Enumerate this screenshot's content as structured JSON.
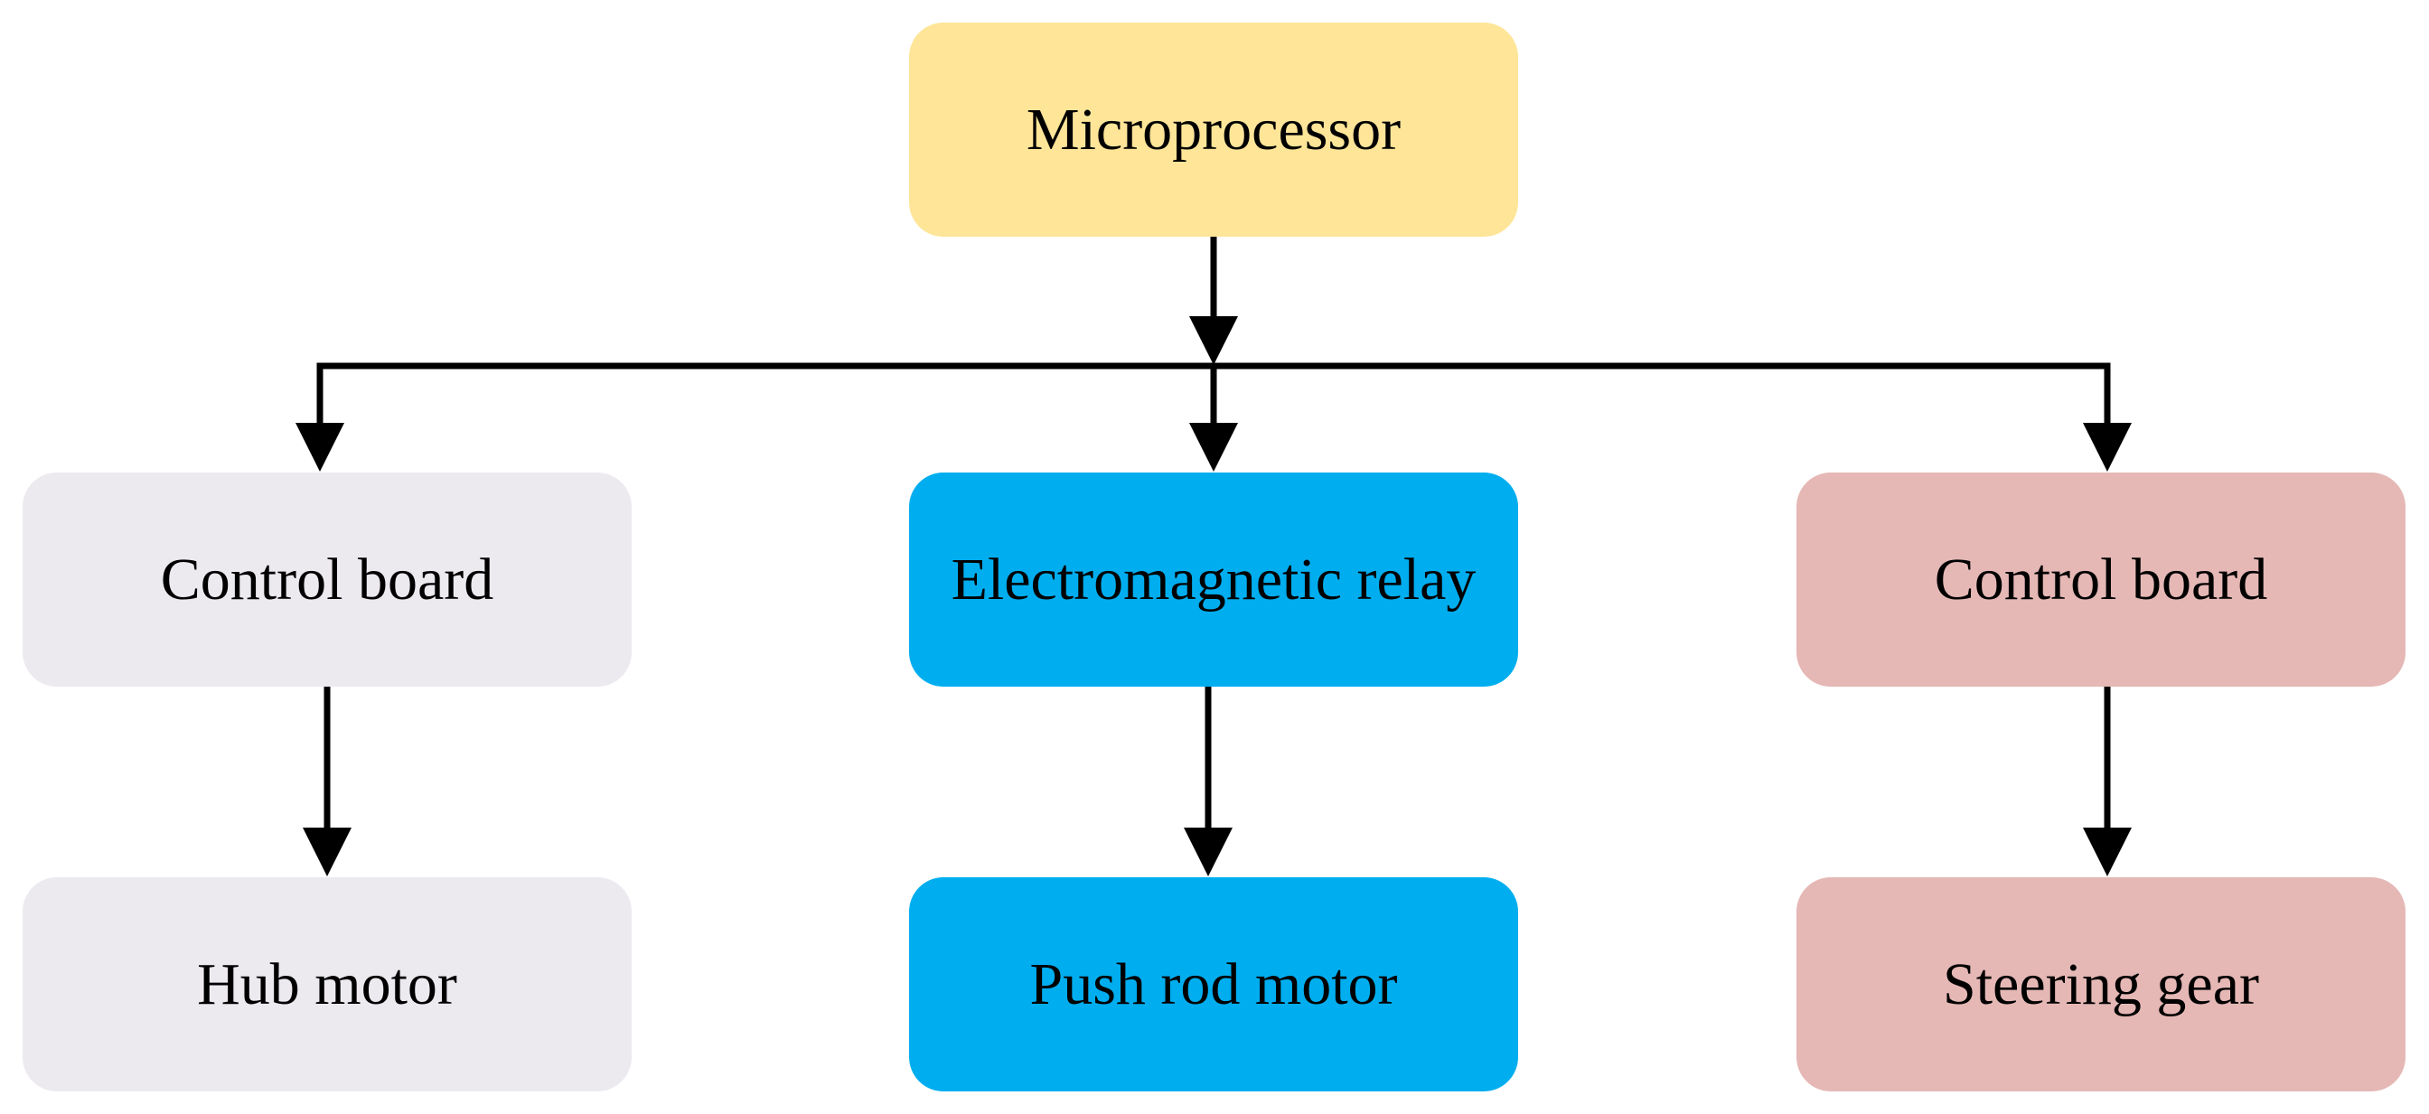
{
  "nodes": {
    "microprocessor": {
      "label": "Microprocessor",
      "color": "#FEE598"
    },
    "control_board_left": {
      "label": "Control board",
      "color": "#ECE9EF"
    },
    "electromagnetic_relay": {
      "label": "Electromagnetic relay",
      "color": "#00AEEF"
    },
    "control_board_right": {
      "label": "Control board",
      "color": "#E5B8B5"
    },
    "hub_motor": {
      "label": "Hub motor",
      "color": "#ECE9EF"
    },
    "push_rod_motor": {
      "label": "Push rod motor",
      "color": "#00AEEF"
    },
    "steering_gear": {
      "label": "Steering gear",
      "color": "#E5B8B5"
    }
  },
  "edges": [
    {
      "from": "Microprocessor",
      "to": "Control board"
    },
    {
      "from": "Microprocessor",
      "to": "Electromagnetic relay"
    },
    {
      "from": "Microprocessor",
      "to": "Control board"
    },
    {
      "from": "Control board",
      "to": "Hub motor"
    },
    {
      "from": "Electromagnetic relay",
      "to": "Push rod motor"
    },
    {
      "from": "Control board",
      "to": "Steering gear"
    }
  ],
  "line_color": "#000000"
}
